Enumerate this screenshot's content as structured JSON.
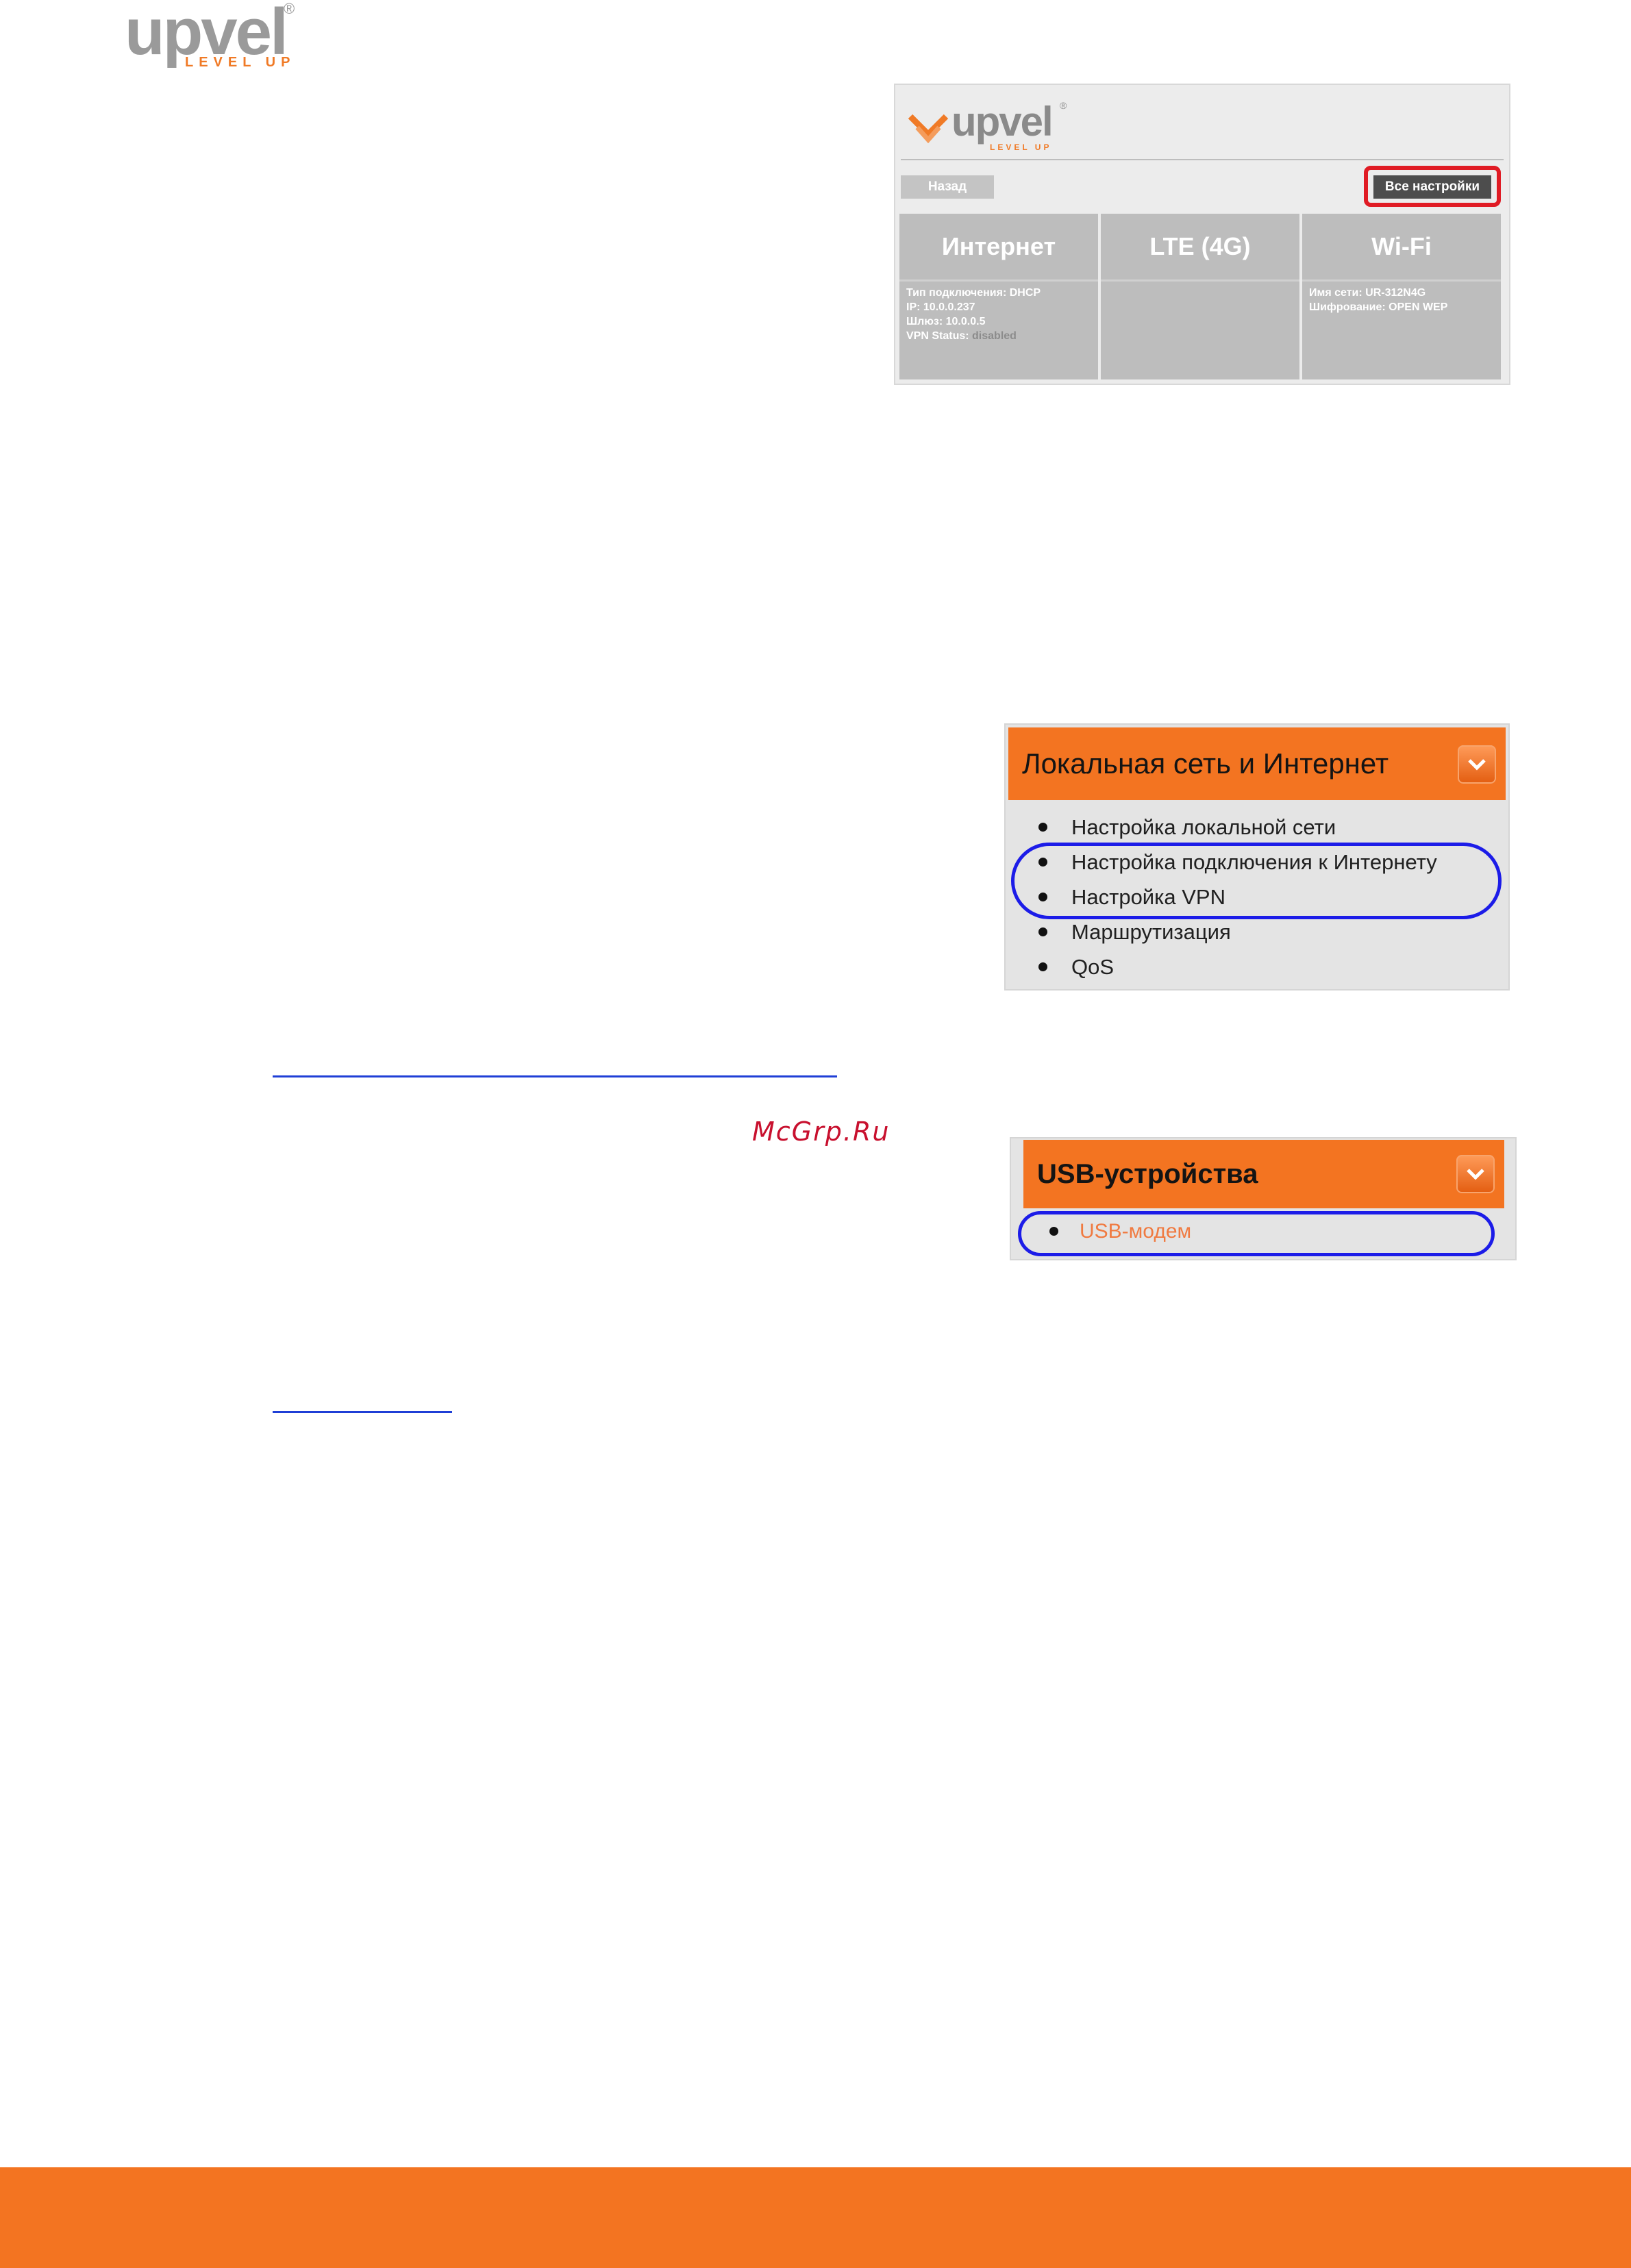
{
  "header": {
    "logo_word": "upvel",
    "logo_reg": "®",
    "logo_tagline": "LEVEL UP"
  },
  "router_screen": {
    "logo_word": "upvel",
    "logo_reg": "®",
    "logo_tagline": "LEVEL UP",
    "back_button": "Назад",
    "all_settings_button": "Все настройки",
    "tiles": [
      {
        "title": "Интернет",
        "lines": [
          "Тип подключения: DHCP",
          "IP: 10.0.0.237",
          "Шлюз: 10.0.0.5"
        ],
        "vpn_label": "VPN Status:",
        "vpn_value": "disabled"
      },
      {
        "title": "LTE (4G)",
        "lines": []
      },
      {
        "title": "Wi-Fi",
        "lines": [
          "Имя сети: UR-312N4G",
          "Шифрование: OPEN WEP"
        ]
      }
    ]
  },
  "menu_lan": {
    "title": "Локальная сеть и Интернет",
    "items": [
      "Настройка локальной сети",
      "Настройка подключения к Интернету",
      "Настройка VPN",
      "Маршрутизация",
      "QoS"
    ]
  },
  "watermark": "McGrp.Ru",
  "menu_usb": {
    "title": "USB-устройства",
    "items": [
      "USB-модем"
    ]
  },
  "colors": {
    "brand_orange": "#f37421",
    "highlight_red": "#e01b24",
    "highlight_blue": "#1c1ce8",
    "link_blue": "#1f3fd6"
  }
}
